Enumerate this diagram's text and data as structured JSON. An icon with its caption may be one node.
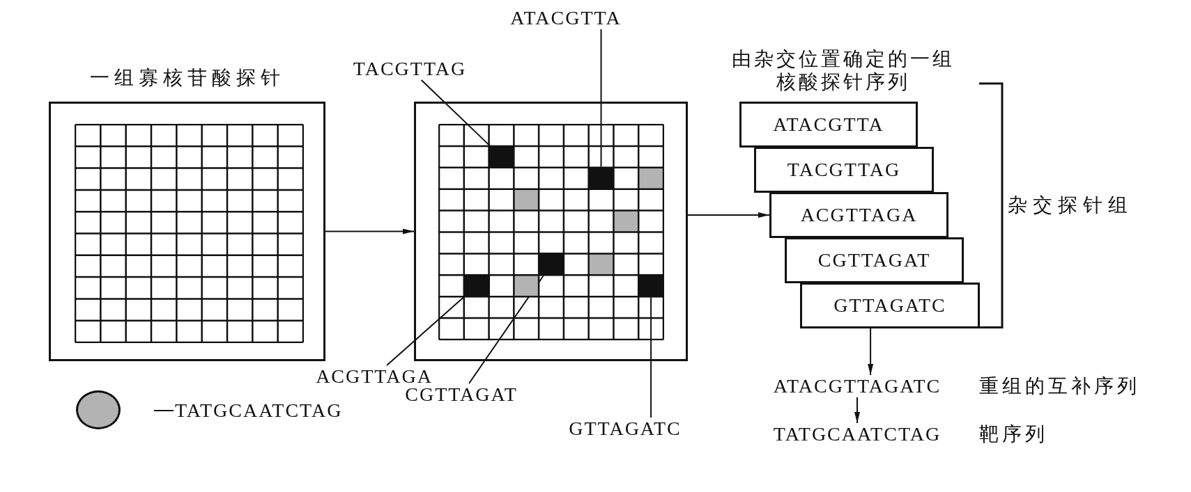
{
  "diagram": {
    "nodes": [
      {
        "text": [
          "一组寡核苷酸探针"
        ]
      },
      {
        "text": [
          "TACGTTAG"
        ]
      },
      {
        "text": [
          "ATACGTTA"
        ]
      },
      {
        "text": [],
        "shape": "box"
      },
      {
        "text": [],
        "shape": "box",
        "in": 3
      },
      {
        "text": [],
        "shape": "box",
        "in": 3
      },
      {
        "text": [],
        "shape": "box",
        "in": 3
      },
      {
        "text": [],
        "shape": "box",
        "in": 3
      },
      {
        "text": [],
        "shape": "box",
        "in": 3
      },
      {
        "text": [
          "ACGTTAGA"
        ]
      },
      {
        "text": [
          "CGTTAGAT"
        ]
      },
      {
        "text": [
          "GTTAGATC"
        ]
      },
      {
        "text": [
          "ATACGTTA"
        ]
      },
      {
        "text": [
          "TACGTTAG"
        ]
      },
      {
        "text": [
          "ACGTTAGA"
        ]
      },
      {
        "text": [
          "CGTTAGAT"
        ]
      },
      {
        "text": [
          "GTTAGATC"
        ]
      },
      {
        "text": [
          "ATACGTTAGATC"
        ],
        "beside": [
          "重组的互补序列"
        ]
      },
      {
        "text": [
          "TATGCAATCTAG"
        ],
        "beside": [
          "靶序列"
        ]
      }
    ],
    "edges": [
      {
        "from": 0,
        "to": 3,
        "arrow": "to"
      },
      {
        "from": 1,
        "to": 4,
        "arrow": "none"
      },
      {
        "from": 2,
        "to": 5,
        "arrow": "none"
      },
      {
        "from": 9,
        "to": 7,
        "arrow": "none"
      },
      {
        "from": 10,
        "to": 6,
        "arrow": "none"
      },
      {
        "from": 11,
        "to": 8,
        "arrow": "none"
      },
      {
        "from": 3,
        "to": 14,
        "arrow": "to"
      },
      {
        "from": 16,
        "to": 17,
        "arrow": "to"
      },
      {
        "from": 17,
        "to": 18,
        "arrow": "to"
      }
    ],
    "labels": [
      "由杂交位置确定的一组核酸探针序列",
      "杂交探针组"
    ],
    "legend": [
      {
        "text": "TATGCAATCTAG",
        "color": "#b3b3b3"
      }
    ]
  }
}
